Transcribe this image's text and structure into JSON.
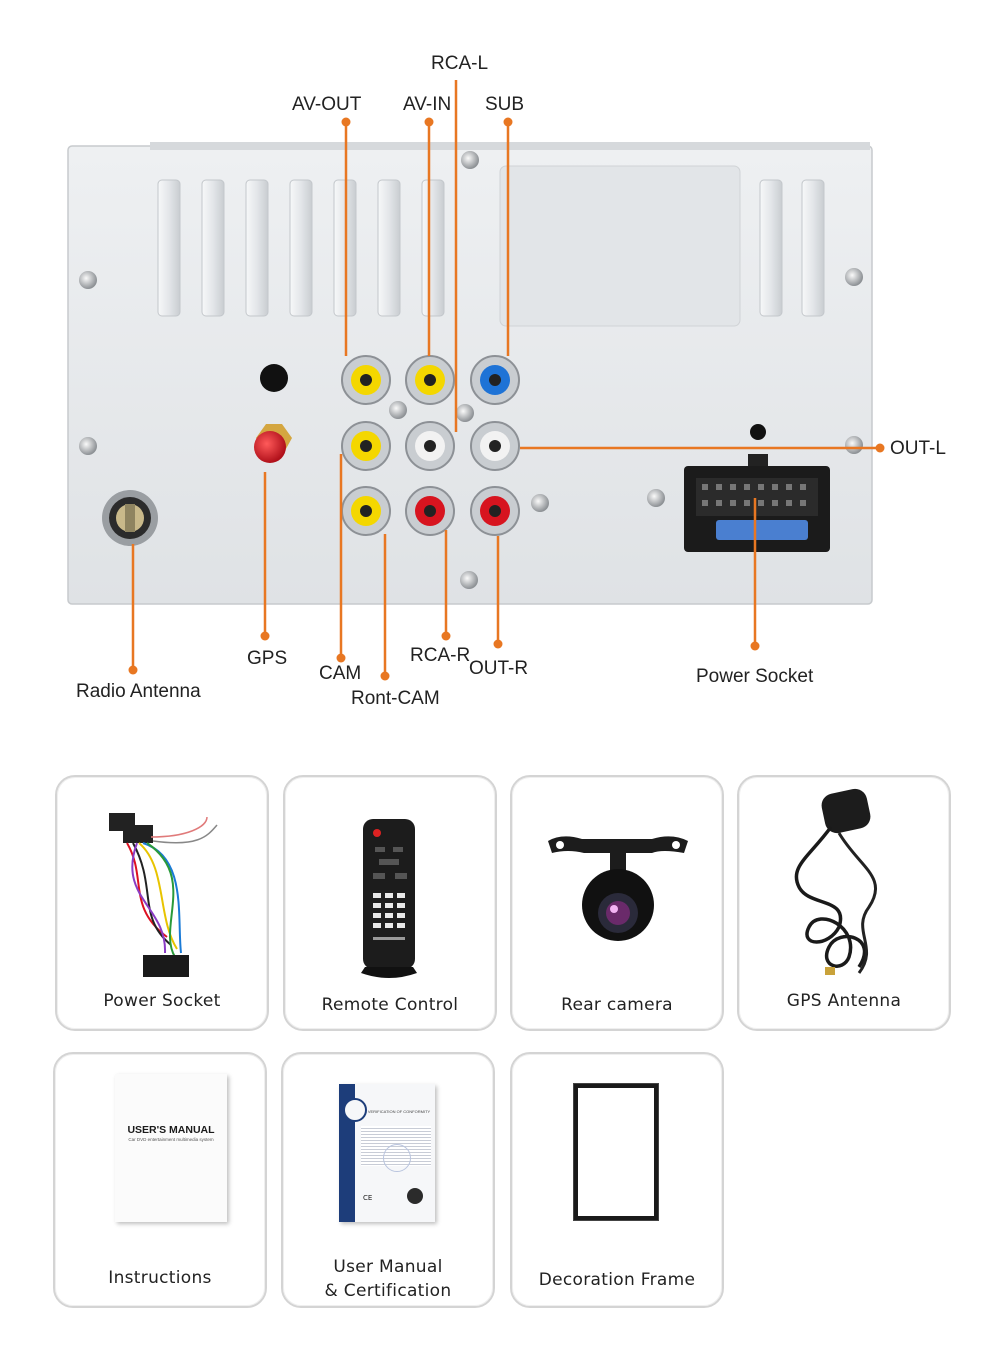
{
  "connectors": {
    "rca_l": "RCA-L",
    "av_out": "AV-OUT",
    "av_in": "AV-IN",
    "sub": "SUB",
    "out_l": "OUT-L",
    "radio_antenna": "Radio Antenna",
    "gps": "GPS",
    "cam": "CAM",
    "front_cam": "Ront-CAM",
    "rca_r": "RCA-R",
    "out_r": "OUT-R",
    "power_socket": "Power Socket"
  },
  "accessories": [
    {
      "label": "Power Socket",
      "icon": "wiring-harness-icon"
    },
    {
      "label": "Remote Control",
      "icon": "remote-control-icon"
    },
    {
      "label": "Rear camera",
      "icon": "rear-camera-icon"
    },
    {
      "label": "GPS Antenna",
      "icon": "gps-antenna-icon"
    },
    {
      "label": "Instructions",
      "icon": "instructions-booklet-icon"
    },
    {
      "label_line1": "User Manual",
      "label_line2": "& Certification",
      "icon": "certificate-icon"
    },
    {
      "label": "Decoration Frame",
      "icon": "decoration-frame-icon"
    }
  ],
  "manual": {
    "title": "USER'S MANUAL",
    "subtitle": "Car DVD entertainment multimedia system"
  },
  "certificate": {
    "title": "VERIFICATION OF CONFORMITY"
  },
  "colors": {
    "callout": "#e87722",
    "panel": "#e6e8ea",
    "card_border": "#d4d4d4"
  }
}
